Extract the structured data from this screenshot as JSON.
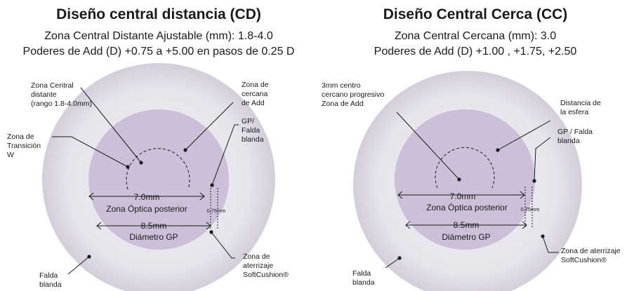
{
  "panels": [
    {
      "title": "Diseño central distancia (CD)",
      "subtitle_lines": [
        "Zona Central Distante Ajustable (mm): 1.8-4.0",
        "Poderes de Add (D) +0.75 a +5.00 en pasos de 0.25 D"
      ],
      "labels": {
        "center_zone": [
          "Zona Central",
          "distante",
          "(rango 1.8-4.0mm)"
        ],
        "add_zone": [
          "Zona de",
          "cercana",
          "de Add"
        ],
        "transition": [
          "Zona de",
          "Transición",
          "W"
        ],
        "gp_skirt": [
          "GP/",
          "Falda",
          "blanda"
        ],
        "landing": [
          "Zona de",
          "aterrizaje",
          "SoftCushion®"
        ],
        "skirt": [
          "Falda",
          "blanda"
        ]
      },
      "dims": {
        "optic_value": "7.0mm",
        "optic_name": "Zona Óptica posterior",
        "diameter_value": "8.5mm",
        "diameter_name": "Diámetro GP",
        "gap": "0.75mm"
      }
    },
    {
      "title": "Diseño Central Cerca (CC)",
      "subtitle_lines": [
        "Zona Central Cercana (mm): 3.0",
        "Poderes de Add (D) +1.00 , +1.75, +2.50"
      ],
      "labels": {
        "center_zone": [
          "3mm centro",
          "cercano progresivo",
          "Zona de Add"
        ],
        "sphere": [
          "Distancia de",
          "la esfera"
        ],
        "gp_skirt": [
          "GP / Falda",
          "blanda"
        ],
        "landing": [
          "Zona de aterrizaje",
          "SoftCushion®"
        ],
        "skirt": [
          "Falda",
          "blanda"
        ]
      },
      "dims": {
        "optic_value": "7.0mm",
        "optic_name": "Zona Óptica posterior",
        "diameter_value": "8.5mm",
        "diameter_name": "Diámetro GP",
        "gap": "0.75mm"
      }
    }
  ],
  "colors": {
    "lens_outer": "#e6e3ec",
    "lens_edge": "#cfcad8",
    "optic_zone": "#cbc0d8",
    "line": "#1a1a1a"
  }
}
